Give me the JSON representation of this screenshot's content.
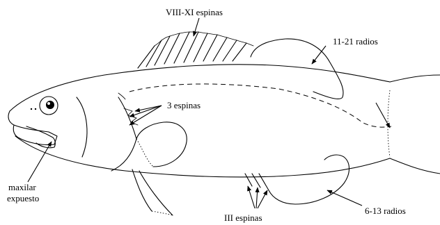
{
  "figure": {
    "labels": {
      "dorsal_spines": "VIII-XI espinas",
      "dorsal_rays": "11-21 radios",
      "opercular_spines": "3 espinas",
      "maxilla_line1": "maxilar",
      "maxilla_line2": "expuesto",
      "anal_spines": "III espinas",
      "anal_rays": "6-13 radios"
    }
  }
}
